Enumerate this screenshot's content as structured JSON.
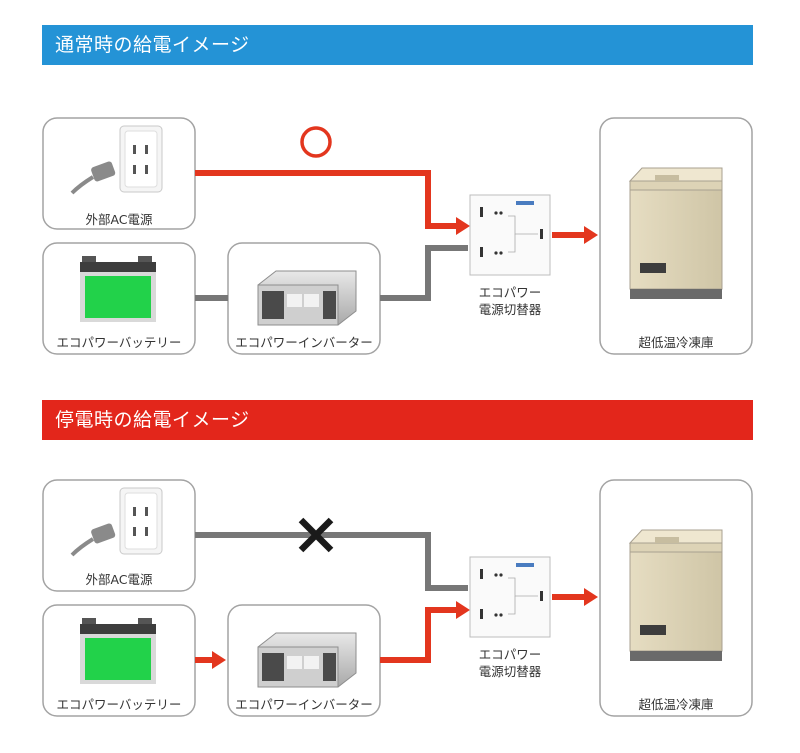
{
  "sections": [
    {
      "id": "normal",
      "title": "通常時の給電イメージ",
      "color": "#2493d6",
      "ac_status": "circle",
      "labels": {
        "ac": "外部AC電源",
        "battery": "エコパワーバッテリー",
        "inverter": "エコパワーインバーター",
        "switch_line1": "エコパワー",
        "switch_line2": "電源切替器",
        "freezer": "超低温冷凍庫"
      }
    },
    {
      "id": "outage",
      "title": "停電時の給電イメージ",
      "color": "#e3261b",
      "ac_status": "cross",
      "labels": {
        "ac": "外部AC電源",
        "battery": "エコパワーバッテリー",
        "inverter": "エコパワーインバーター",
        "switch_line1": "エコパワー",
        "switch_line2": "電源切替器",
        "freezer": "超低温冷凍庫"
      }
    }
  ],
  "colors": {
    "active": "#e3361e",
    "inactive": "#777777",
    "battery_fill": "#22d24a"
  },
  "icons": [
    "wall-outlet-icon",
    "battery-icon",
    "inverter-icon",
    "switch-unit-icon",
    "freezer-icon",
    "circle-ok-icon",
    "cross-ng-icon"
  ]
}
